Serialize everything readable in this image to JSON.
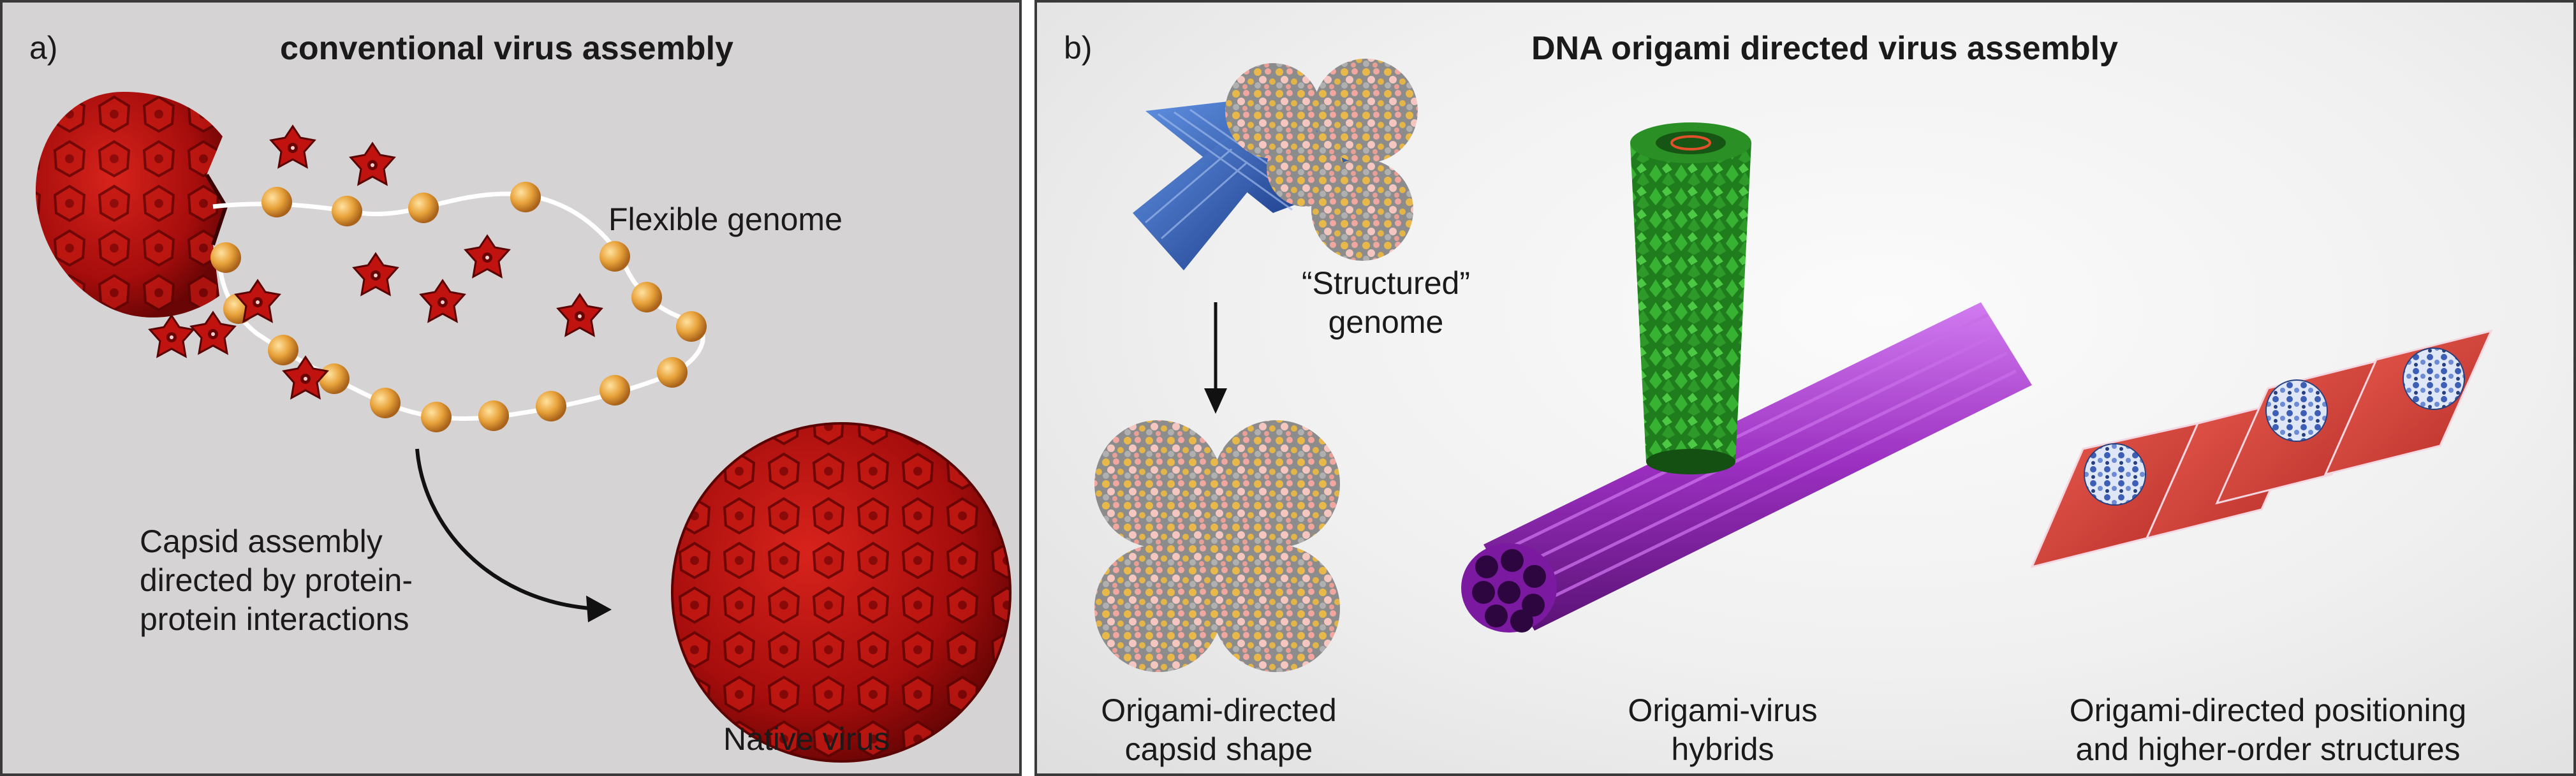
{
  "panel_a": {
    "letter": "a)",
    "title": "conventional virus assembly",
    "flexible_genome_label": "Flexible genome",
    "assembly_text_lines": [
      "Capsid assembly",
      "directed by protein-",
      "protein interactions"
    ],
    "native_virus_label": "Native virus",
    "colors": {
      "capsid": "#b8100f",
      "genome_bead": "#e8a23a",
      "background": "#d6d3d5"
    }
  },
  "panel_b": {
    "letter": "b)",
    "title": "DNA origami directed virus assembly",
    "structured_genome_label_lines": [
      "“Structured”",
      "genome"
    ],
    "captions": [
      {
        "lines": [
          "Origami-directed",
          "capsid shape"
        ]
      },
      {
        "lines": [
          "Origami-virus",
          "hybrids"
        ]
      },
      {
        "lines": [
          "Origami-directed positioning",
          "and higher-order structures"
        ]
      }
    ],
    "colors": {
      "origami_cross": "#2f5fb8",
      "tube_virus": "#2fa12a",
      "bundle": "#9b2fc0",
      "tile": "#d9453a",
      "virus_sphere": "#3c5fb5"
    }
  }
}
